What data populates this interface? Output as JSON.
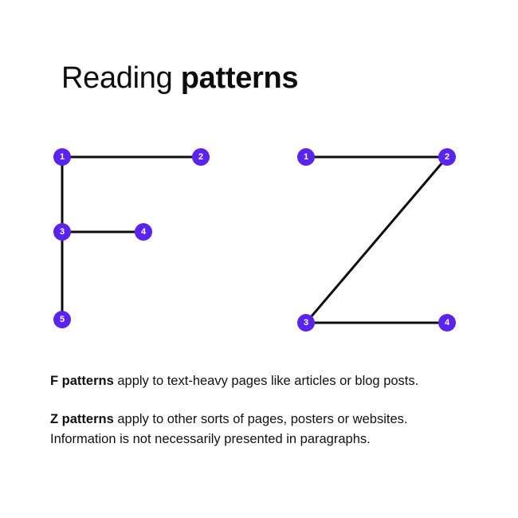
{
  "title": {
    "regular": "Reading",
    "bold": "patterns"
  },
  "colors": {
    "node": "#5b24ee",
    "line": "#0d0d0d",
    "text": "#111111"
  },
  "f_pattern": {
    "nodes": [
      "1",
      "2",
      "3",
      "4",
      "5"
    ]
  },
  "z_pattern": {
    "nodes": [
      "1",
      "2",
      "3",
      "4"
    ]
  },
  "captions": {
    "f": {
      "strong": "F patterns",
      "rest": " apply to text-heavy pages like articles or blog posts."
    },
    "z": {
      "strong": "Z patterns",
      "rest": " apply to other sorts of pages, posters or websites.",
      "line2": "Information is not necessarily presented in paragraphs."
    }
  }
}
